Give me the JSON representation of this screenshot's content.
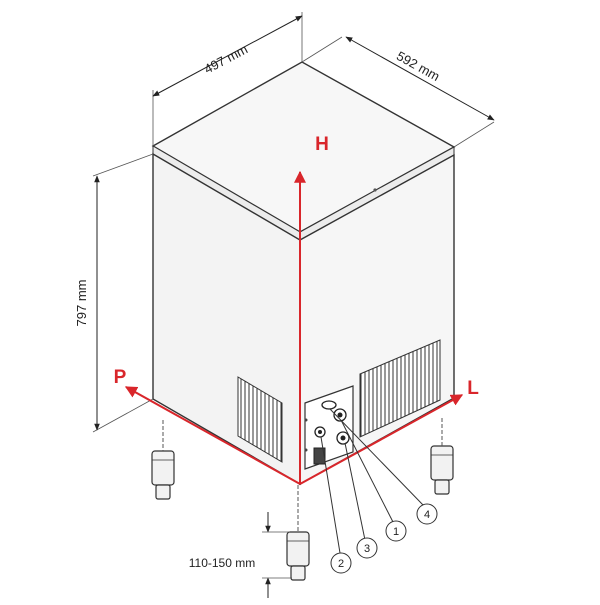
{
  "dimensions": {
    "width": "497 mm",
    "depth": "592 mm",
    "height": "797 mm",
    "feet_range": "110-150 mm"
  },
  "axes": {
    "height_axis": "H",
    "left_axis": "P",
    "right_axis": "L"
  },
  "callouts": [
    "1",
    "2",
    "3",
    "4"
  ],
  "colors": {
    "axis": "#d9262b",
    "outline": "#333333",
    "body": "#f4f4f4"
  }
}
